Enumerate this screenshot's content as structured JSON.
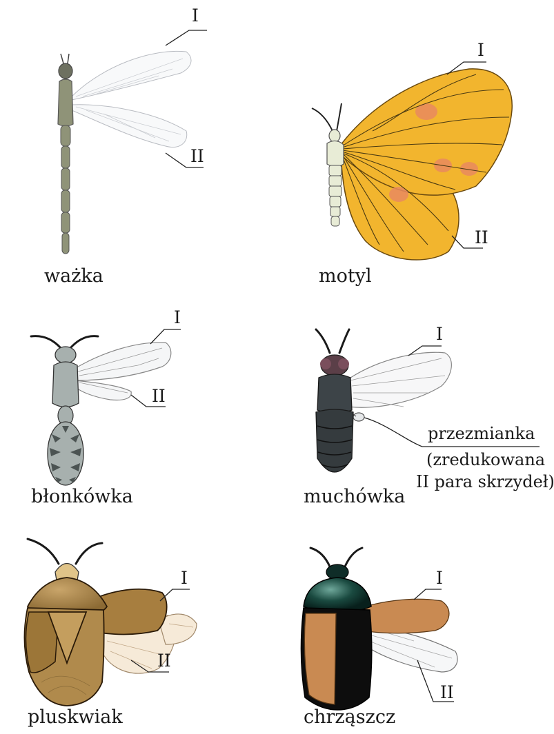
{
  "insects": [
    {
      "name": "ważka",
      "wing_labels": [
        "I",
        "II"
      ]
    },
    {
      "name": "motyl",
      "wing_labels": [
        "I",
        "II"
      ]
    },
    {
      "name": "błonkówka",
      "wing_labels": [
        "I",
        "II"
      ]
    },
    {
      "name": "muchówka",
      "wing_labels": [
        "I"
      ],
      "annotation": {
        "label": "przezmianka",
        "note_line1": "(zredukowana",
        "note_line2": "II para skrzydeł)"
      }
    },
    {
      "name": "pluskwiak",
      "wing_labels": [
        "I",
        "II"
      ]
    },
    {
      "name": "chrząszcz",
      "wing_labels": [
        "I",
        "II"
      ]
    }
  ],
  "colors": {
    "dragonfly_body": "#8f9378",
    "butterfly_wing": "#f2b52e",
    "butterfly_spot": "#e98a5f",
    "hymenoptera_body": "#a7b0ae",
    "fly_body": "#3d4448",
    "bug_body": "#b08a4c",
    "beetle_elytra": "#c98a52",
    "beetle_thorax": "#123e36"
  }
}
